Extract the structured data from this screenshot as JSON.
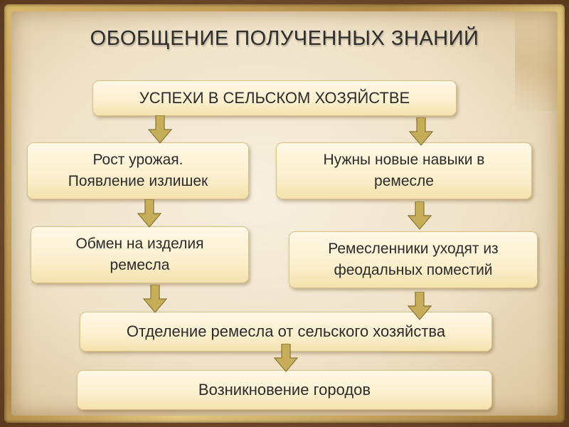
{
  "title": "ОБОБЩЕНИЕ ПОЛУЧЕННЫХ ЗНАНИЙ",
  "nodes": {
    "success": "УСПЕХИ В СЕЛЬСКОМ ХОЗЯЙСТВЕ",
    "harvest": "Рост урожая. Появление излишек",
    "skills": "Нужны новые навыки в ремесле",
    "exchange": "Обмен на изделия ремесла",
    "artisans": "Ремесленники уходят из феодальных поместий",
    "separation": "Отделение ремесла от сельского хозяйства",
    "cities": "Возникновение городов"
  },
  "colors": {
    "arrow": "#c6ad5a",
    "arrow_stroke": "#8a7330",
    "box_fill": "#fbefcd",
    "frame_gold": "#c9a55a"
  }
}
